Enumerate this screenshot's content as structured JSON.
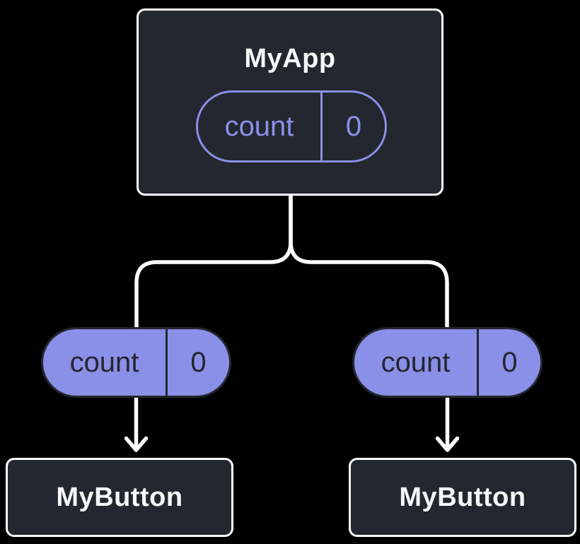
{
  "colors": {
    "background": "#000000",
    "node_bg": "#23272F",
    "node_border": "#FFFFFF",
    "accent": "#8A90E8",
    "pill_dark": "#23272F",
    "text_light": "#F6F7F9",
    "connector": "#FFFFFF"
  },
  "tree": {
    "root": {
      "label": "MyApp",
      "state": {
        "name": "count",
        "value": "0"
      }
    },
    "children": [
      {
        "label": "MyButton",
        "passed_prop": {
          "name": "count",
          "value": "0"
        }
      },
      {
        "label": "MyButton",
        "passed_prop": {
          "name": "count",
          "value": "0"
        }
      }
    ]
  }
}
